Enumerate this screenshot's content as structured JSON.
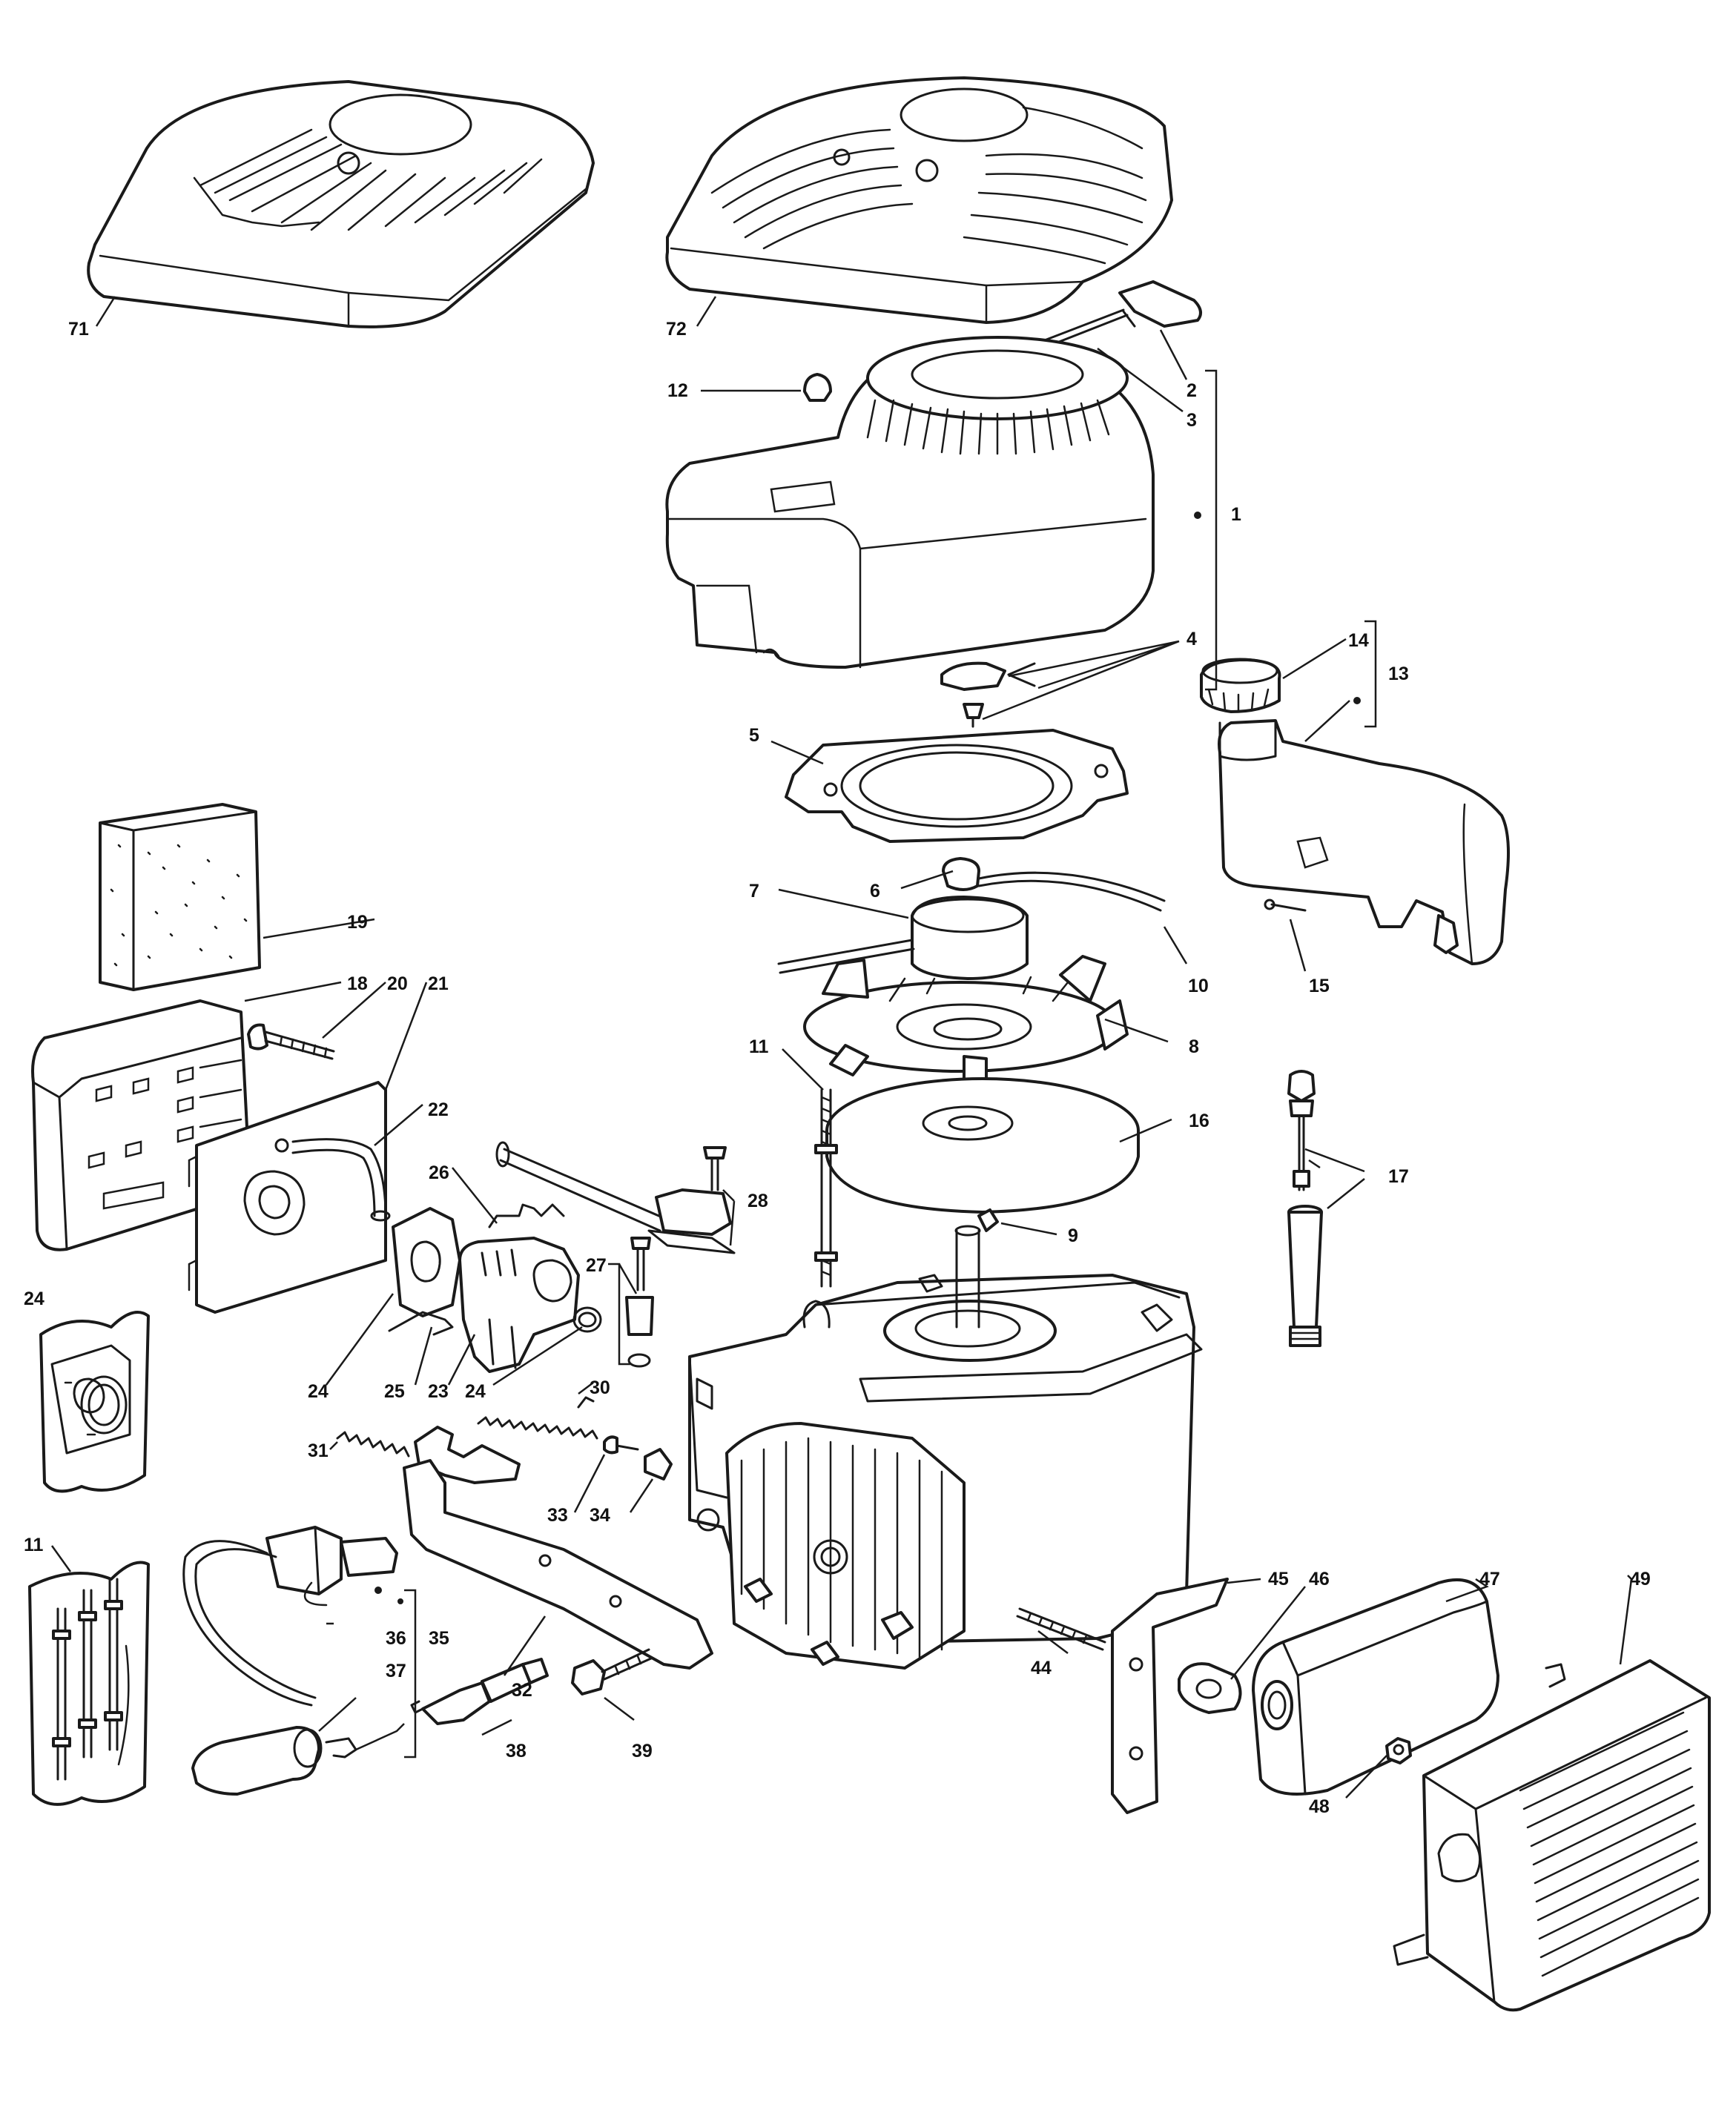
{
  "callouts": [
    {
      "id": "c71",
      "label": "71"
    },
    {
      "id": "c72",
      "label": "72"
    },
    {
      "id": "c12",
      "label": "12"
    },
    {
      "id": "c2",
      "label": "2"
    },
    {
      "id": "c3",
      "label": "3"
    },
    {
      "id": "c1",
      "label": "1"
    },
    {
      "id": "c4",
      "label": "4"
    },
    {
      "id": "c14",
      "label": "14"
    },
    {
      "id": "c13",
      "label": "13"
    },
    {
      "id": "c5",
      "label": "5"
    },
    {
      "id": "c6",
      "label": "6"
    },
    {
      "id": "c7",
      "label": "7"
    },
    {
      "id": "c10",
      "label": "10"
    },
    {
      "id": "c15",
      "label": "15"
    },
    {
      "id": "c19",
      "label": "19"
    },
    {
      "id": "c18",
      "label": "18"
    },
    {
      "id": "c20",
      "label": "20"
    },
    {
      "id": "c21",
      "label": "21"
    },
    {
      "id": "c11a",
      "label": "11"
    },
    {
      "id": "c8",
      "label": "8"
    },
    {
      "id": "c22",
      "label": "22"
    },
    {
      "id": "c16",
      "label": "16"
    },
    {
      "id": "c26",
      "label": "26"
    },
    {
      "id": "c28",
      "label": "28"
    },
    {
      "id": "c17",
      "label": "17"
    },
    {
      "id": "c9",
      "label": "9"
    },
    {
      "id": "c27",
      "label": "27"
    },
    {
      "id": "c24a",
      "label": "24"
    },
    {
      "id": "c24b",
      "label": "24"
    },
    {
      "id": "c25",
      "label": "25"
    },
    {
      "id": "c23",
      "label": "23"
    },
    {
      "id": "c24c",
      "label": "24"
    },
    {
      "id": "c30",
      "label": "30"
    },
    {
      "id": "c31",
      "label": "31"
    },
    {
      "id": "c33",
      "label": "33"
    },
    {
      "id": "c34",
      "label": "34"
    },
    {
      "id": "c11b",
      "label": "11"
    },
    {
      "id": "c45",
      "label": "45"
    },
    {
      "id": "c46",
      "label": "46"
    },
    {
      "id": "c47",
      "label": "47"
    },
    {
      "id": "c49",
      "label": "49"
    },
    {
      "id": "c36",
      "label": "36"
    },
    {
      "id": "c35",
      "label": "35"
    },
    {
      "id": "c37",
      "label": "37"
    },
    {
      "id": "c32",
      "label": "32"
    },
    {
      "id": "c44",
      "label": "44"
    },
    {
      "id": "c38",
      "label": "38"
    },
    {
      "id": "c39",
      "label": "39"
    },
    {
      "id": "c48",
      "label": "48"
    }
  ]
}
